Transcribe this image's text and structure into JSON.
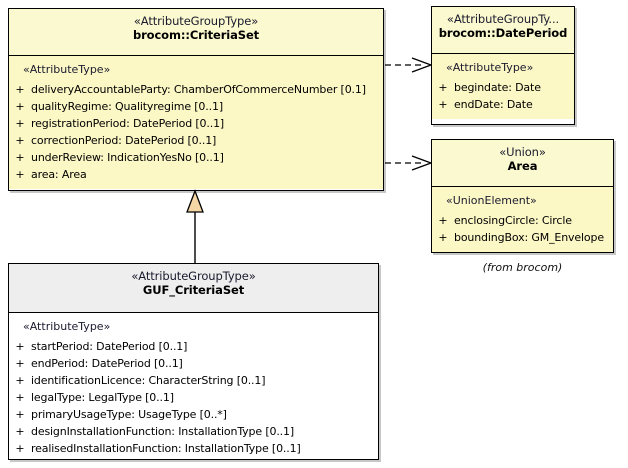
{
  "diagram": {
    "kind": "uml-class-diagram",
    "note": "(from brocom)",
    "colors": {
      "imported_fill": "#fcf8c6",
      "imported_header_fill": "#fbf9cf",
      "local_header_fill": "#eeeeee",
      "local_body_fill": "#ffffff",
      "border": "#000000",
      "generalization_arrow_fill": "#f5d6a5"
    }
  },
  "classes": {
    "criteriaSet": {
      "stereotype": "«AttributeGroupType»",
      "name": "brocom::CriteriaSet",
      "compartment_stereotype": "«AttributeType»",
      "attributes": [
        {
          "visibility": "+",
          "signature": "deliveryAccountableParty: ChamberOfCommerceNumber [0.1]"
        },
        {
          "visibility": "+",
          "signature": "qualityRegime: Qualityregime [0..1]"
        },
        {
          "visibility": "+",
          "signature": "registrationPeriod: DatePeriod [0..1]"
        },
        {
          "visibility": "+",
          "signature": "correctionPeriod: DatePeriod [0..1]"
        },
        {
          "visibility": "+",
          "signature": "underReview: IndicationYesNo [0..1]"
        },
        {
          "visibility": "+",
          "signature": "area: Area"
        }
      ]
    },
    "datePeriod": {
      "stereotype": "«AttributeGroupTy...",
      "name": "brocom::DatePeriod",
      "compartment_stereotype": "«AttributeType»",
      "attributes": [
        {
          "visibility": "+",
          "signature": "begindate: Date"
        },
        {
          "visibility": "+",
          "signature": "endDate: Date"
        }
      ]
    },
    "area": {
      "stereotype": "«Union»",
      "name": "Area",
      "compartment_stereotype": "«UnionElement»",
      "attributes": [
        {
          "visibility": "+",
          "signature": "enclosingCircle: Circle"
        },
        {
          "visibility": "+",
          "signature": "boundingBox: GM_Envelope"
        }
      ]
    },
    "gufCriteriaSet": {
      "stereotype": "«AttributeGroupType»",
      "name": "GUF_CriteriaSet",
      "compartment_stereotype": "«AttributeType»",
      "attributes": [
        {
          "visibility": "+",
          "signature": "startPeriod: DatePeriod [0..1]"
        },
        {
          "visibility": "+",
          "signature": "endPeriod: DatePeriod [0..1]"
        },
        {
          "visibility": "+",
          "signature": "identificationLicence: CharacterString [0..1]"
        },
        {
          "visibility": "+",
          "signature": "legalType: LegalType [0..1]"
        },
        {
          "visibility": "+",
          "signature": "primaryUsageType: UsageType [0..*]"
        },
        {
          "visibility": "+",
          "signature": "designInstallationFunction: InstallationType [0..1]"
        },
        {
          "visibility": "+",
          "signature": "realisedInstallationFunction: InstallationType [0..1]"
        }
      ]
    }
  },
  "relationships": [
    {
      "type": "generalization",
      "from": "GUF_CriteriaSet",
      "to": "brocom::CriteriaSet"
    },
    {
      "type": "dependency",
      "from": "brocom::CriteriaSet",
      "to": "brocom::DatePeriod"
    },
    {
      "type": "dependency",
      "from": "brocom::CriteriaSet",
      "to": "Area"
    }
  ]
}
